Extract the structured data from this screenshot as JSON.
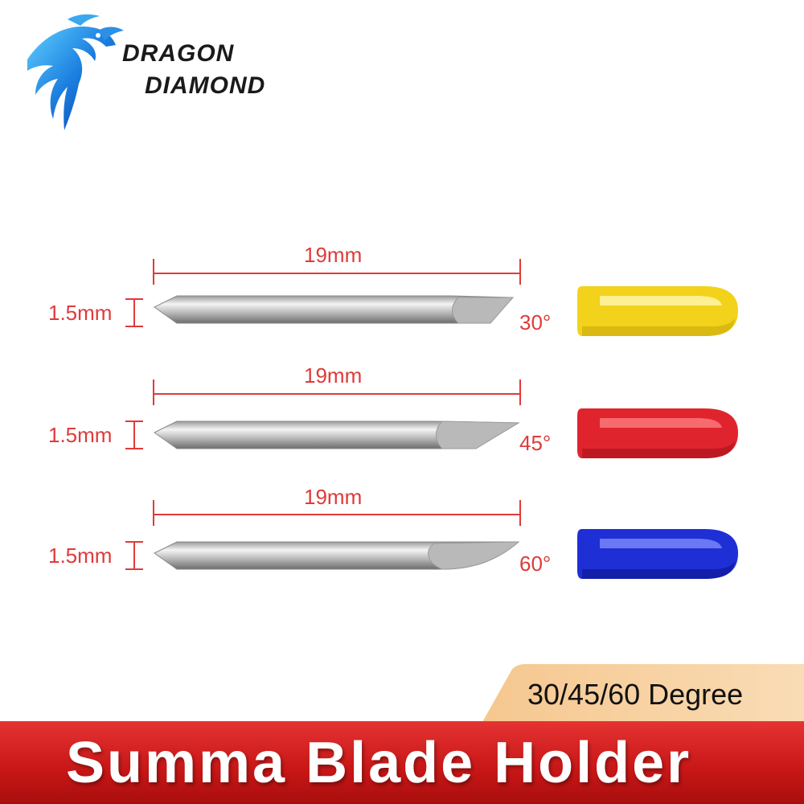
{
  "brand": {
    "logo_icon": "dragon-logo-icon",
    "line1": "DRAGON",
    "line2": "DIAMOND"
  },
  "blades": [
    {
      "length_label": "19mm",
      "diameter_label": "1.5mm",
      "angle_label": "30°",
      "cap_color": "#f2d21a"
    },
    {
      "length_label": "19mm",
      "diameter_label": "1.5mm",
      "angle_label": "45°",
      "cap_color": "#e0242e"
    },
    {
      "length_label": "19mm",
      "diameter_label": "1.5mm",
      "angle_label": "60°",
      "cap_color": "#1f2fd6"
    }
  ],
  "degree_tab": {
    "label": "30/45/60 Degree"
  },
  "banner": {
    "title": "Summa Blade Holder"
  },
  "colors": {
    "dimension_red": "#e03a3a",
    "banner_red": "#d81e1e",
    "tab_peach": "#f3c690"
  }
}
